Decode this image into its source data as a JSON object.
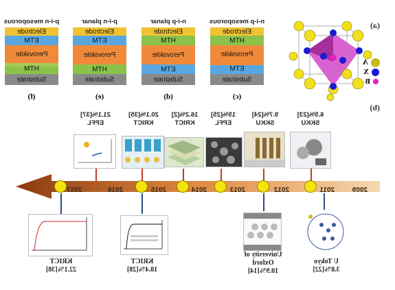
{
  "panels": {
    "c": {
      "title": "n-i-p mesoporous",
      "letter": "(c)",
      "layers": [
        "Electrode",
        "HTM",
        "Perovskite",
        "ETM",
        "Substrate"
      ]
    },
    "d": {
      "title": "n-i-p planar",
      "letter": "(d)",
      "layers": [
        "Electrode",
        "HTM",
        "Perovskite",
        "ETM",
        "Substrate"
      ]
    },
    "e": {
      "title": "p-i-n planar",
      "letter": "(e)",
      "layers": [
        "Electrode",
        "ETM",
        "Perovskite",
        "HTM",
        "Substrate"
      ]
    },
    "f": {
      "title": "p-i-n mesoporous",
      "letter": "(f)",
      "layers": [
        "Electrode",
        "ETM",
        "Perovskite",
        "HTM",
        "Substrate"
      ]
    }
  },
  "crystal": {
    "label_a": "(a)",
    "legend": [
      "A",
      "X",
      "B"
    ],
    "colors": {
      "A": "#f0e01a",
      "X": "#1a1ad0",
      "B": "#e020c0"
    }
  },
  "timeline": {
    "label": "(b)",
    "years": [
      "2009",
      "2011",
      "2012",
      "2013",
      "2014",
      "2015",
      "2016",
      "2017"
    ],
    "top_events": [
      {
        "line1": "6.5%[23]",
        "line2": "SKKU"
      },
      {
        "line1": "9.7%[24]",
        "line2": "SKKU"
      },
      {
        "line1": "15%[25]",
        "line2": "EPFL"
      },
      {
        "line1": "16.2%[2]",
        "line2": "KRICT"
      },
      {
        "line1": "20.1%[35]",
        "line2": "KRICT"
      },
      {
        "line1": "21.1%[37]",
        "line2": "EPFL"
      }
    ],
    "bottom_events": [
      {
        "line1": "U Tokyo",
        "line2": "3.8%[22]"
      },
      {
        "line1": "University of",
        "line2": "Oxford",
        "line3": "10.9%[14]"
      },
      {
        "line1": "KRICT",
        "line2": "18.4%[28]"
      },
      {
        "line1": "KRICT",
        "line2": "22.1%[38]"
      }
    ]
  }
}
